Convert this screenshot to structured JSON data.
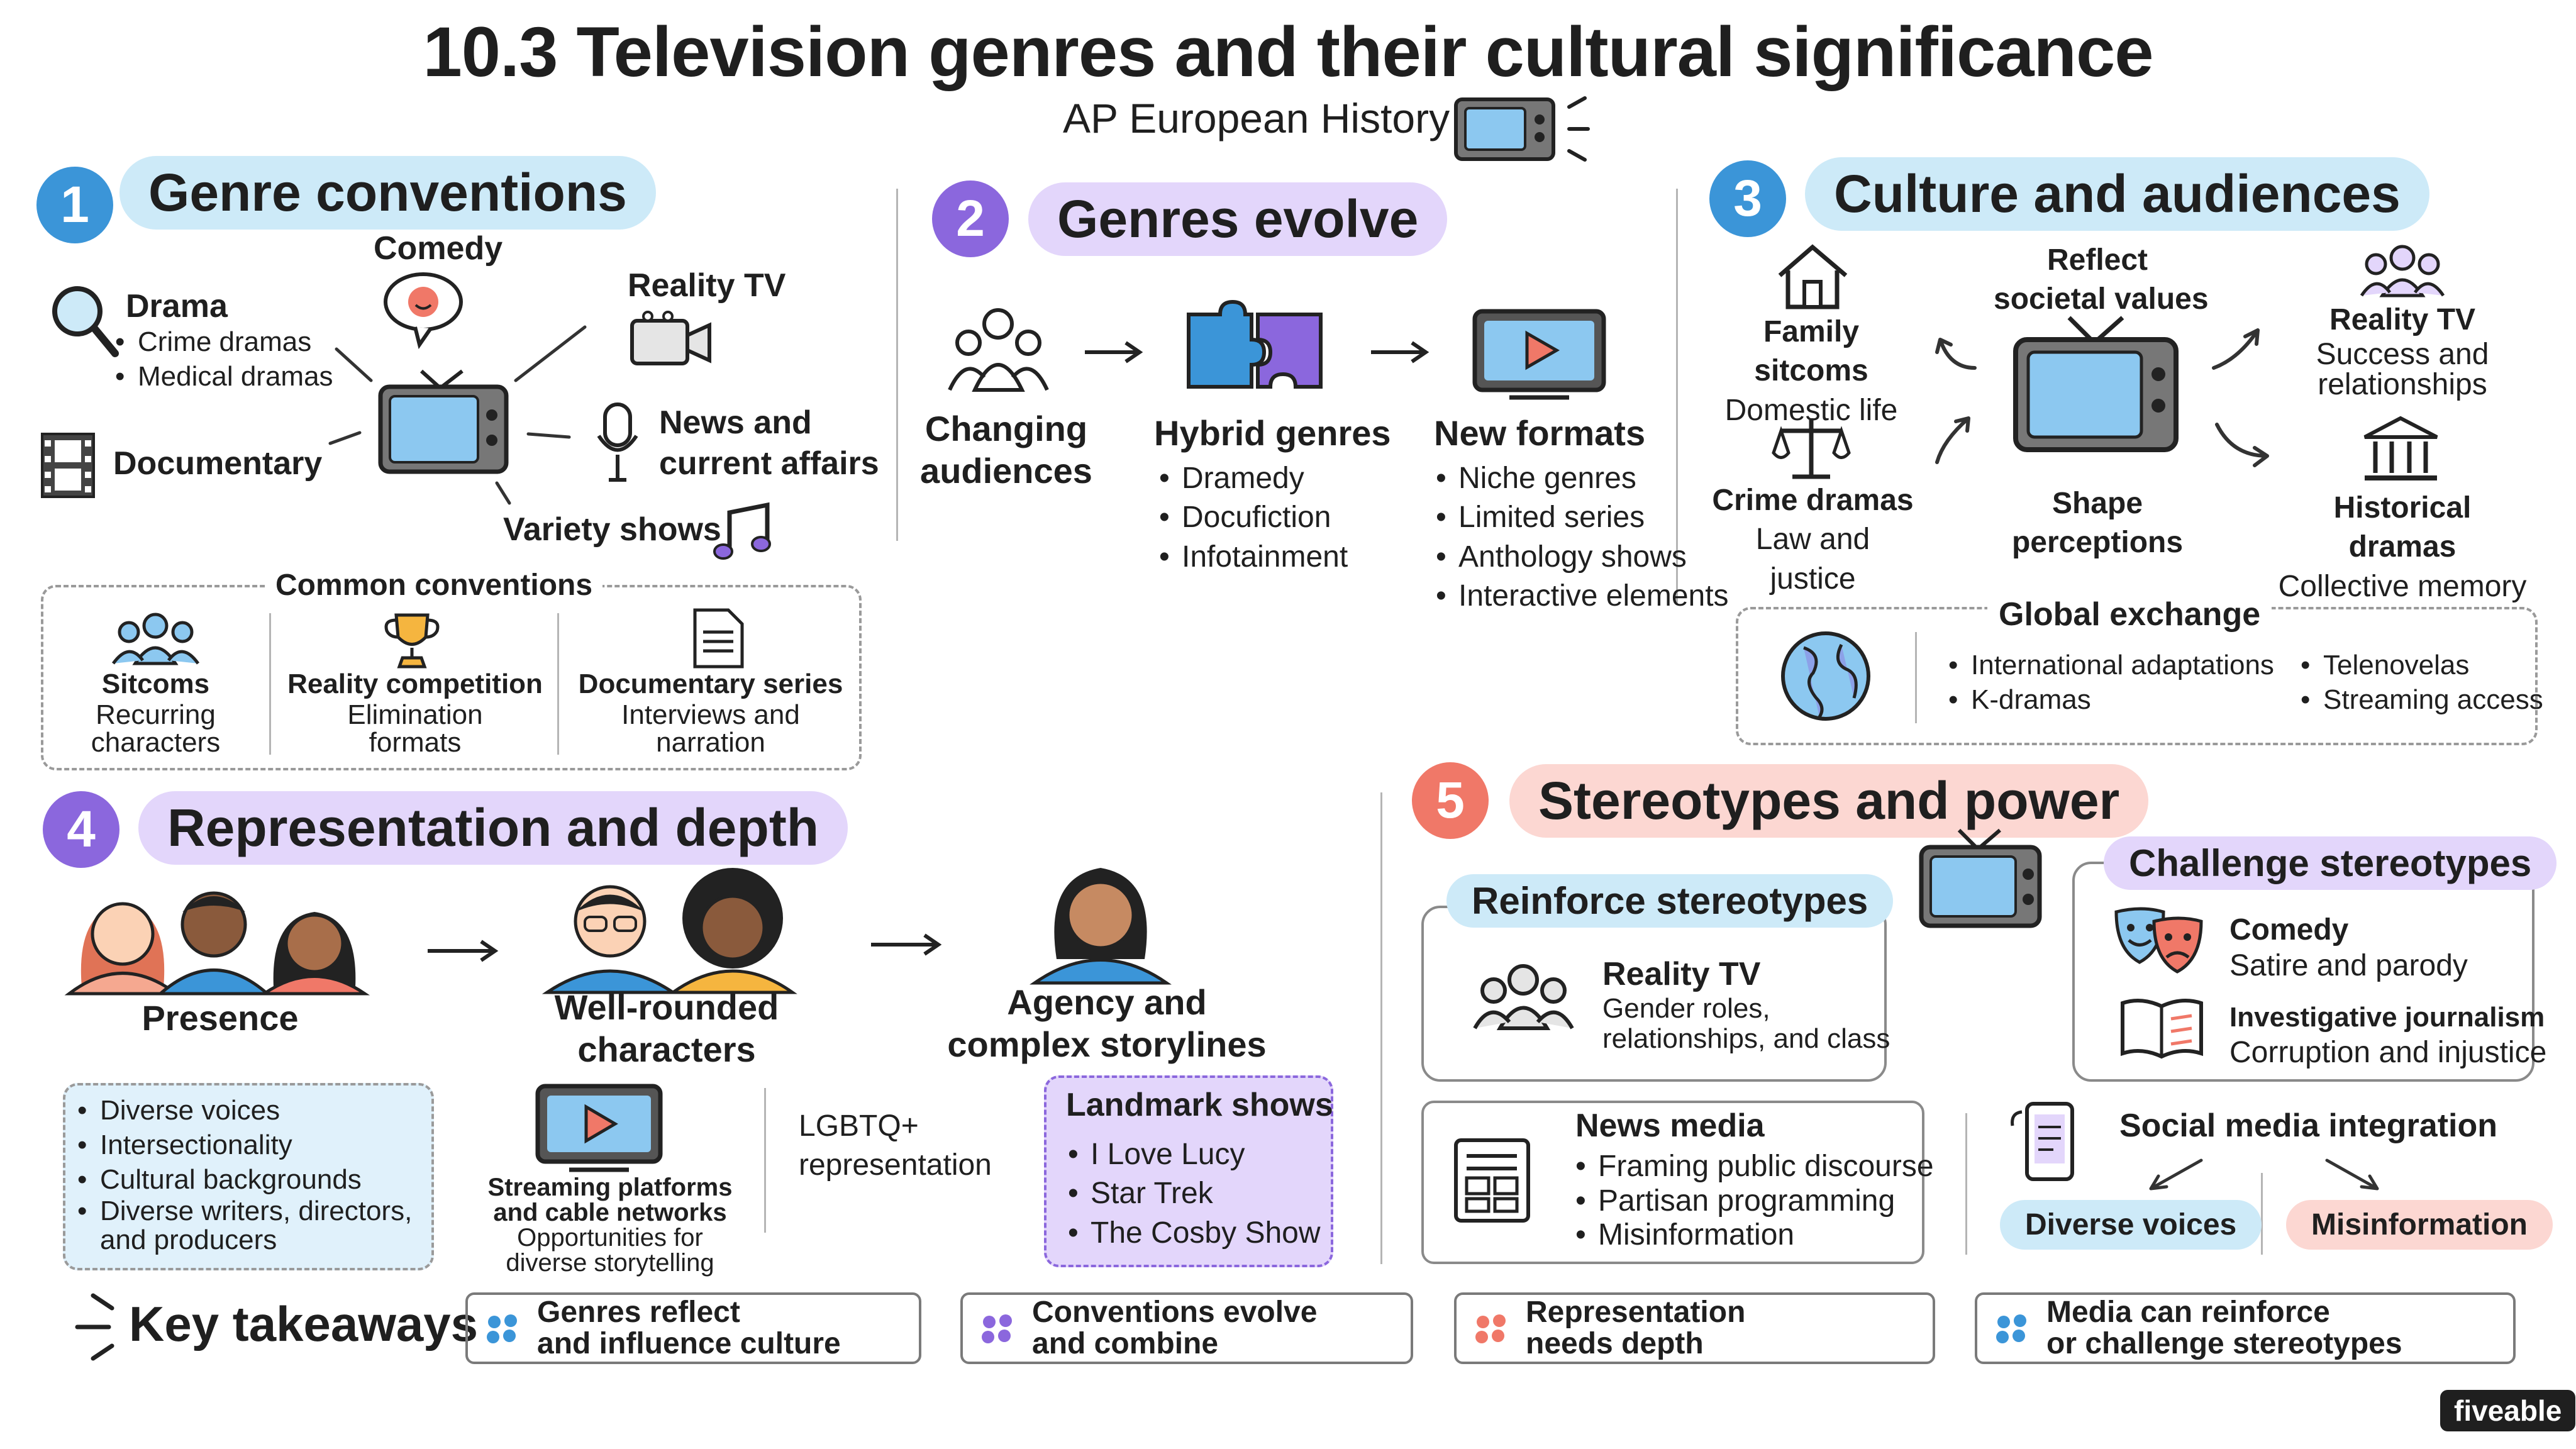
{
  "header": {
    "title": "10.3 Television genres and their cultural significance",
    "subtitle": "AP European History"
  },
  "colors": {
    "blue": "#3b95d8",
    "purple": "#8b67dd",
    "coral": "#f07868",
    "light_blue": "#cdeaf8",
    "light_purple": "#e3d6fb",
    "light_coral": "#fcd7d2"
  },
  "s1": {
    "num": "1",
    "title": "Genre conventions",
    "drama": "Drama",
    "drama_items": [
      "Crime dramas",
      "Medical dramas"
    ],
    "comedy": "Comedy",
    "reality": "Reality TV",
    "documentary": "Documentary",
    "news": "News and\ncurrent affairs",
    "variety": "Variety shows",
    "common": {
      "title": "Common conventions",
      "items": [
        {
          "name": "Sitcoms",
          "desc": "Recurring\ncharacters"
        },
        {
          "name": "Reality competition",
          "desc": "Elimination\nformats"
        },
        {
          "name": "Documentary series",
          "desc": "Interviews and\nnarration"
        }
      ]
    }
  },
  "s2": {
    "num": "2",
    "title": "Genres evolve",
    "changing": "Changing\naudiences",
    "hybrid": "Hybrid genres",
    "hybrid_items": [
      "Dramedy",
      "Docufiction",
      "Infotainment"
    ],
    "formats": "New formats",
    "format_items": [
      "Niche genres",
      "Limited series",
      "Anthology shows",
      "Interactive elements"
    ]
  },
  "s3": {
    "num": "3",
    "title": "Culture and audiences",
    "reflect": "Reflect\nsocietal values",
    "shape": "Shape\nperceptions",
    "family_title": "Family sitcoms",
    "family_desc": "Domestic life",
    "crime_title": "Crime dramas",
    "crime_desc": "Law and justice",
    "reality_title": "Reality TV",
    "reality_desc": "Success and\nrelationships",
    "historical_title": "Historical dramas",
    "historical_desc": "Collective memory",
    "global_title": "Global exchange",
    "global_col1": [
      "International adaptations",
      "K-dramas"
    ],
    "global_col2": [
      "Telenovelas",
      "Streaming access"
    ]
  },
  "s4": {
    "num": "4",
    "title": "Representation and depth",
    "presence": "Presence",
    "rounded": "Well-rounded\ncharacters",
    "agency": "Agency and\ncomplex storylines",
    "presence_items": [
      "Diverse voices",
      "Intersectionality",
      "Cultural backgrounds",
      "Diverse writers, directors,\nand producers"
    ],
    "streaming_title": "Streaming platforms\nand cable networks",
    "streaming_desc": "Opportunities for\ndiverse storytelling",
    "lgbtq": "LGBTQ+\nrepresentation",
    "landmark_title": "Landmark shows",
    "landmark_items": [
      "I Love Lucy",
      "Star Trek",
      "The Cosby Show"
    ]
  },
  "s5": {
    "num": "5",
    "title": "Stereotypes and power",
    "reinforce": "Reinforce stereotypes",
    "reinforce_item_title": "Reality TV",
    "reinforce_item_desc": "Gender roles,\nrelationships, and class",
    "challenge": "Challenge stereotypes",
    "comedy_title": "Comedy",
    "comedy_desc": "Satire and parody",
    "journalism_title": "Investigative journalism",
    "journalism_desc": "Corruption and injustice",
    "news_title": "News media",
    "news_items": [
      "Framing public discourse",
      "Partisan programming",
      "Misinformation"
    ],
    "social_title": "Social media integration",
    "diverse_voices": "Diverse voices",
    "misinformation": "Misinformation"
  },
  "takeaways": {
    "title": "Key takeaways",
    "items": [
      "Genres reflect\nand influence culture",
      "Conventions evolve\nand combine",
      "Representation\nneeds depth",
      "Media can reinforce\nor challenge stereotypes"
    ]
  },
  "brand": "fiveable",
  "icons": [
    "tv-icon",
    "magnifier-icon",
    "speech-bubble-icon",
    "video-camera-icon",
    "film-strip-icon",
    "microphone-icon",
    "music-note-icon",
    "group-icon",
    "trophy-icon",
    "document-icon",
    "puzzle-icon",
    "play-screen-icon",
    "house-icon",
    "scales-icon",
    "columns-icon",
    "globe-icon",
    "theater-masks-icon",
    "book-icon",
    "newspaper-icon",
    "phone-icon"
  ]
}
